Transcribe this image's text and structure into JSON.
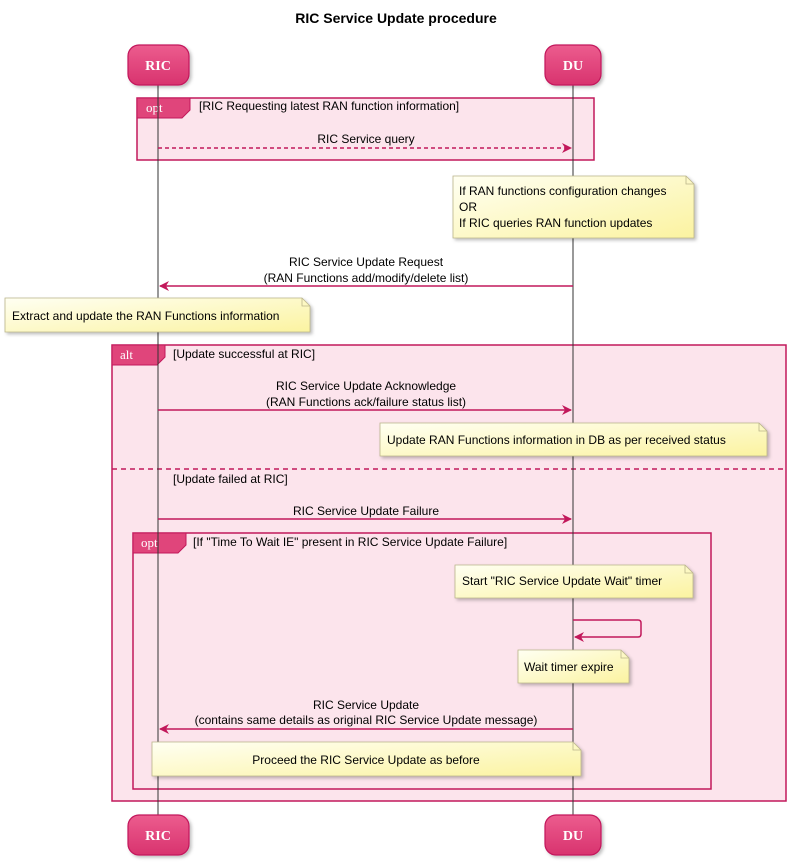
{
  "title": "RIC Service Update procedure",
  "participants": {
    "ric": "RIC",
    "du": "DU"
  },
  "frames": {
    "opt1": {
      "keyword": "opt",
      "guard": "[RIC Requesting latest RAN function information]"
    },
    "alt": {
      "keyword": "alt",
      "guard": "[Update successful at RIC]",
      "else_guard": "[Update failed at RIC]"
    },
    "opt2": {
      "keyword": "opt",
      "guard": "[If \"Time To Wait IE\" present in RIC Service Update Failure]"
    }
  },
  "messages": {
    "m1": "RIC Service query",
    "m2_l1": "RIC Service Update Request",
    "m2_l2": "(RAN Functions add/modify/delete list)",
    "m3_l1": "RIC Service Update Acknowledge",
    "m3_l2": "(RAN Functions ack/failure status list)",
    "m4": "RIC Service Update Failure",
    "m5_l1": "RIC Service Update",
    "m5_l2": "(contains same details as original RIC Service Update message)"
  },
  "notes": {
    "n1_l1": "If RAN functions configuration changes",
    "n1_l2": "OR",
    "n1_l3": "If RIC queries RAN function updates",
    "n2": "Extract and update the RAN Functions information",
    "n3": "Update RAN Functions information in DB as per received status",
    "n4": "Start \"RIC Service Update Wait\" timer",
    "n5": "Wait timer expire",
    "n6": "Proceed the RIC Service Update as before"
  },
  "colors": {
    "accent": "#C2185B",
    "frame_fill": "#FCE4EC",
    "participant_fill": "#E0457B",
    "note_fill": "#FFFFE0",
    "note_fill_end": "#FBF5A6"
  }
}
